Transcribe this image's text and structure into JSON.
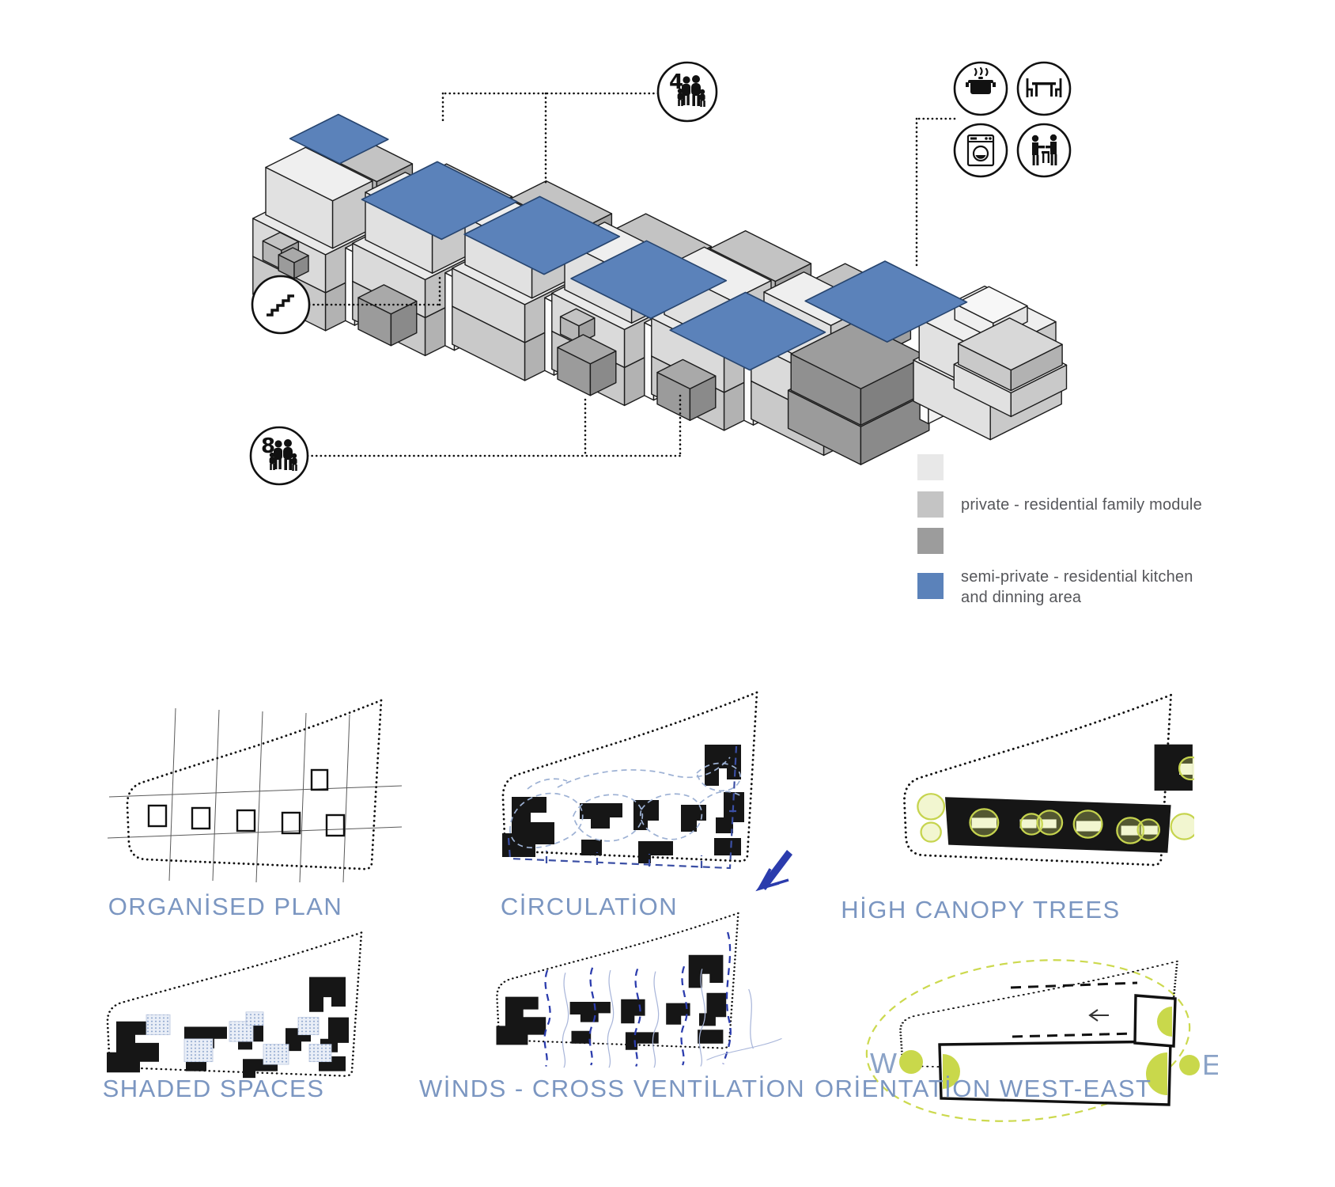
{
  "axon": {
    "badge_4": "4",
    "badge_8": "8",
    "legend": {
      "private_label": "private - residential family module",
      "semi_label": "semi-private - residential kitchen and dinning area"
    },
    "icon_names": [
      "family-of-four",
      "family-of-eight",
      "stairs",
      "cooking-pot",
      "dining-table",
      "washing-machine",
      "people-cooking"
    ],
    "colors": {
      "module_blue": "#5b82ba",
      "gray_light": "#e8e8e8",
      "gray_mid": "#c4c4c4",
      "gray_dark": "#9c9c9c",
      "label_blue": "#7b96c1",
      "tree_green": "#c6d44e",
      "wind_blue": "#2b3cad"
    }
  },
  "diagrams": {
    "organised_plan": {
      "label": "ORGANİSED PLAN"
    },
    "circulation": {
      "label": "CİRCULATİON"
    },
    "high_canopy_trees": {
      "label": "HİGH CANOPY TREES"
    },
    "shaded_spaces": {
      "label": "SHADED SPACES"
    },
    "winds": {
      "label": "WİNDS - CROSS VENTİLATİON"
    },
    "orientation": {
      "label": "ORİENTATİON WEST-EAST",
      "west_label": "W",
      "east_label": "E"
    }
  }
}
